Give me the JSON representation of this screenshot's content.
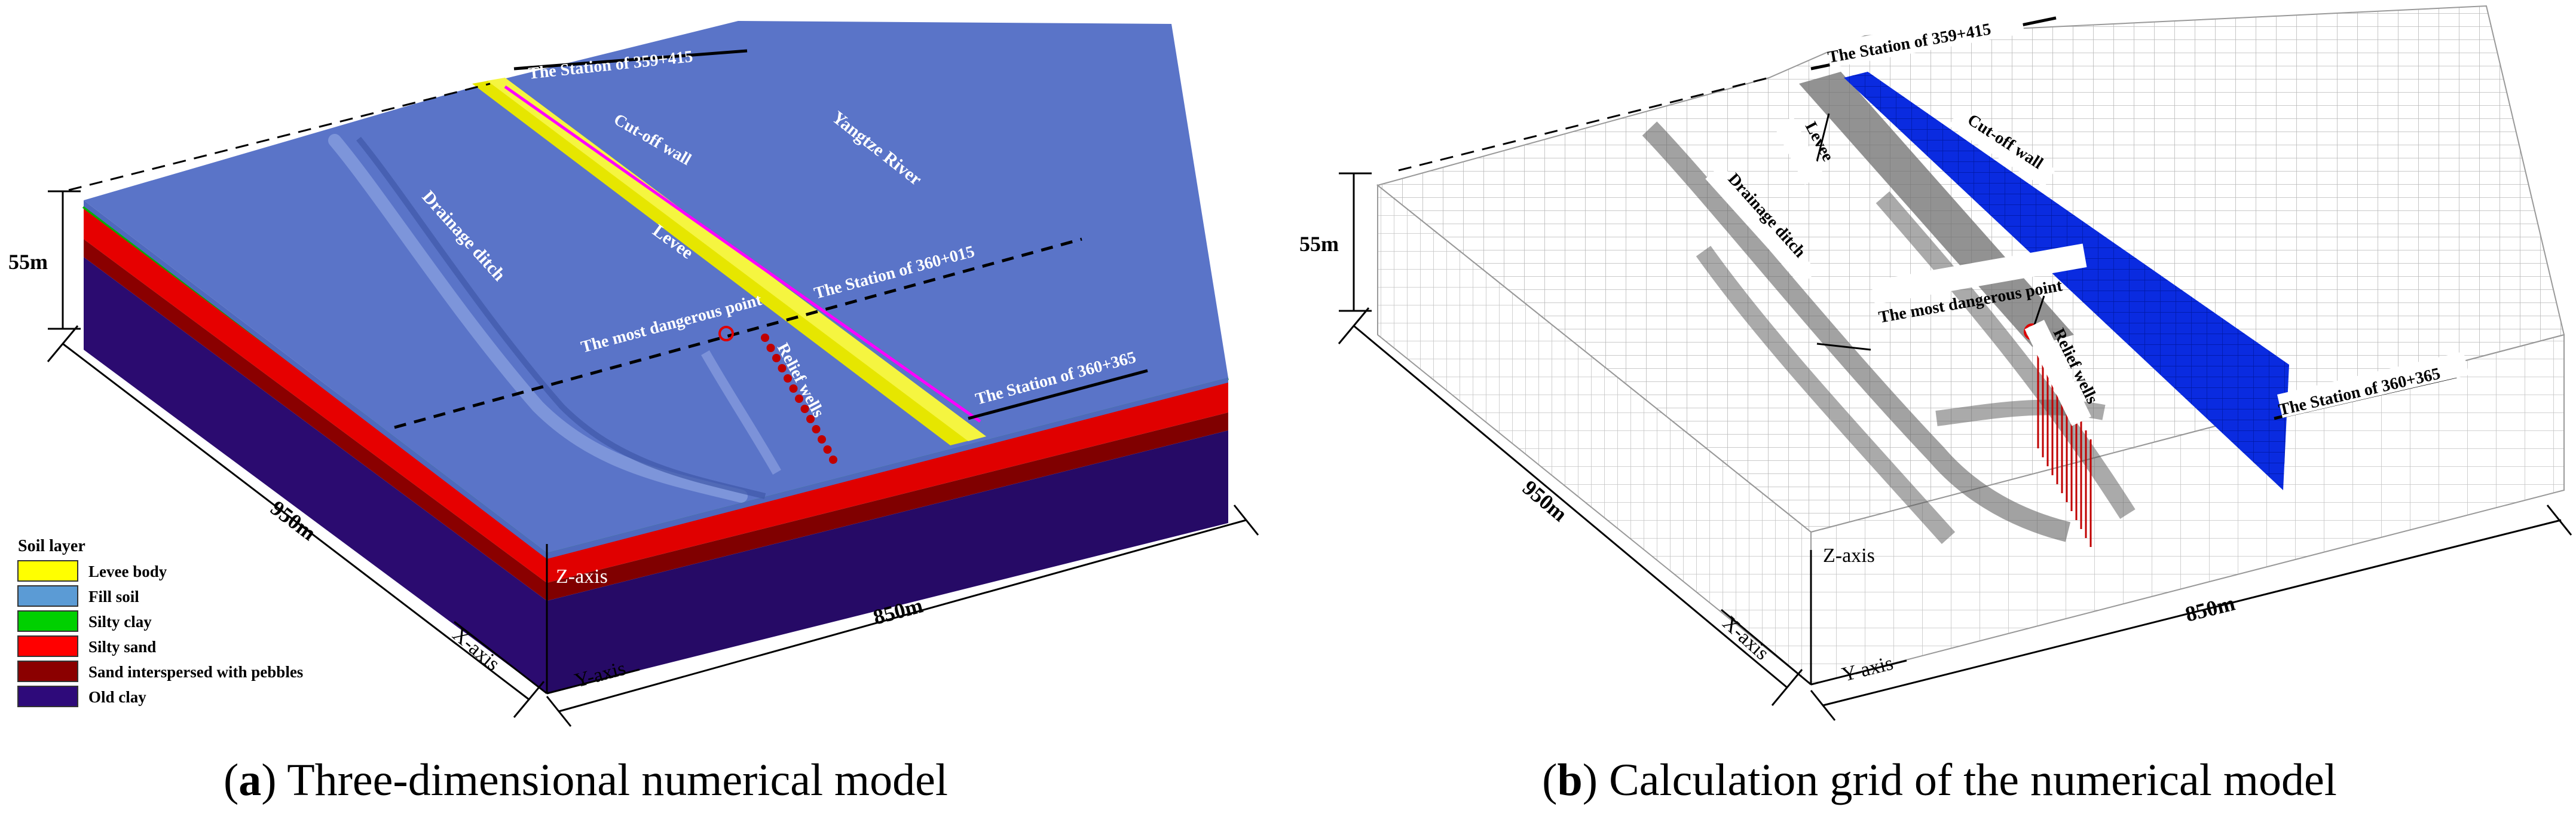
{
  "panel_a": {
    "caption_letter": "a",
    "caption_text": ") Three-dimensional numerical model",
    "labels": {
      "station_359": "The Station of 359+415",
      "station_360_015": "The Station of 360+015",
      "station_360_365": "The Station of 360+365",
      "cutoff_wall": "Cut-off  wall",
      "yangtze": "Yangtze River",
      "levee": "Levee",
      "drainage": "Drainage ditch",
      "dangerous": "The most dangerous point",
      "relief": "Relief wells",
      "depth": "55m",
      "width_950": "950m",
      "length_850": "850m",
      "z_axis": "Z-axis",
      "x_axis": "X-axis",
      "y_axis": "Y-axis"
    },
    "legend": {
      "title": "Soil layer",
      "items": [
        {
          "label": "Levee body",
          "color": "#ffff00"
        },
        {
          "label": "Fill soil",
          "color": "#5b9bd5"
        },
        {
          "label": "Silty clay",
          "color": "#00d000"
        },
        {
          "label": "Silty sand",
          "color": "#ff0000"
        },
        {
          "label": "Sand interspersed with pebbles",
          "color": "#8b0000"
        },
        {
          "label": "Old clay",
          "color": "#2e0a7a"
        }
      ]
    }
  },
  "panel_b": {
    "caption_letter": "b",
    "caption_text": ") Calculation grid of the numerical model",
    "labels": {
      "station_359": "The Station of 359+415",
      "station_360_365": "The Station of 360+365",
      "cutoff_wall": "Cut-off  wall",
      "levee": "Levee",
      "drainage": "Drainage ditch",
      "dangerous": "The most dangerous point",
      "relief": "Relief wells",
      "depth": "55m",
      "width_950": "950m",
      "length_850": "850m",
      "z_axis": "Z-axis",
      "x_axis": "X-axis",
      "y_axis": "Y-axis"
    }
  },
  "colors": {
    "surface": "#5a74c8",
    "cutoff_wall_b": "#0a2be0",
    "relief_well": "#c00000"
  }
}
